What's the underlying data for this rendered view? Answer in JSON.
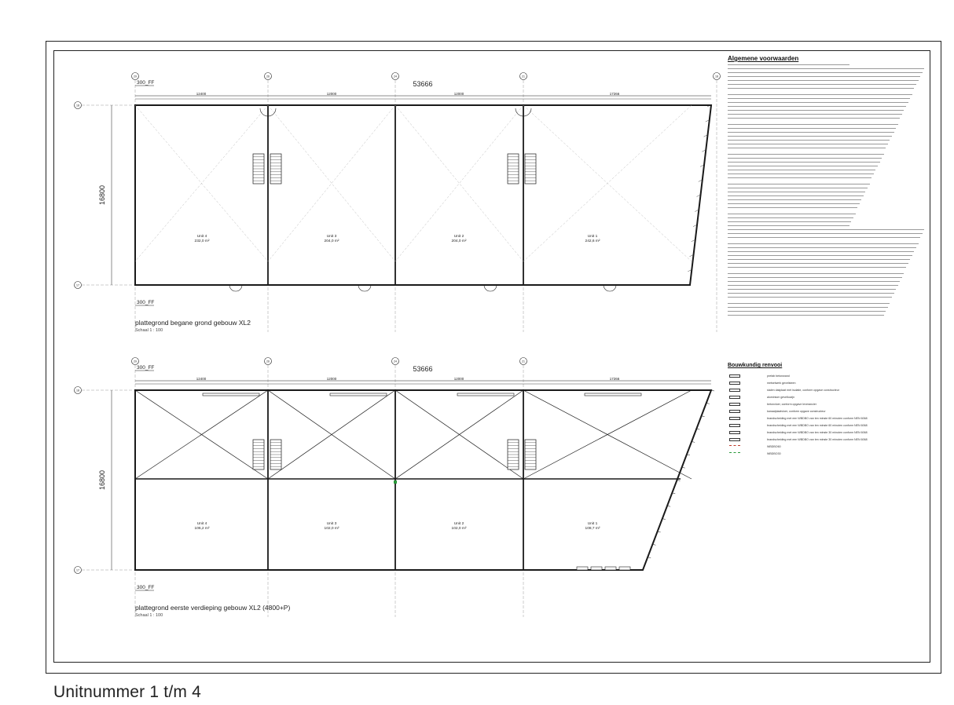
{
  "caption": "Unitnummer 1 t/m 4",
  "plans": [
    {
      "title": "plattegrond begane grond gebouw XL2",
      "scale": "Schaal 1 : 100",
      "overall_dim": "53666",
      "segment_dims": [
        "12400",
        "12000",
        "12000",
        "17266"
      ],
      "depth_dim": "16800",
      "ff_top": "300_FF",
      "ff_bottom": "300_FF",
      "units": [
        {
          "name": "Unit 4",
          "area": "232,0 m²"
        },
        {
          "name": "Unit 3",
          "area": "204,0 m²"
        },
        {
          "name": "Unit 2",
          "area": "204,0 m²"
        },
        {
          "name": "Unit 1",
          "area": "242,6 m²"
        }
      ],
      "grid_axes_top": [
        "29",
        "26",
        "24",
        "21",
        "18"
      ],
      "grid_axes_side": [
        "18",
        "17"
      ]
    },
    {
      "title": "plattegrond eerste verdieping gebouw XL2 (4800+P)",
      "scale": "Schaal 1 : 100",
      "overall_dim": "53666",
      "segment_dims": [
        "12400",
        "12000",
        "12000",
        "17266"
      ],
      "depth_dim": "16800",
      "ff_top": "300_FF",
      "ff_bottom": "300_FF",
      "units": [
        {
          "name": "Unit 4",
          "area": "106,2 m²"
        },
        {
          "name": "Unit 3",
          "area": "102,0 m²"
        },
        {
          "name": "Unit 2",
          "area": "102,0 m²"
        },
        {
          "name": "Unit 1",
          "area": "108,7 m²"
        }
      ],
      "grid_axes_top": [
        "29",
        "26",
        "24",
        "21"
      ],
      "grid_axes_side": [
        "18",
        "17"
      ]
    }
  ],
  "notes": {
    "title": "Algemene voorwaarden",
    "legend_title": "Bouwkundig renvooi"
  },
  "legend": [
    "prefab betonwand",
    "metselwerk gevelsteen",
    "stalen dakplaat met isolatie, conform opgave constructeur",
    "aluminium gevelkozijn",
    "betonvloer, conform opgave leverancier",
    "kanaalplaatvloer, conform opgave constructeur",
    "brandscheiding met een WBDBO van ten minste 60 minuten conform NEN 6068",
    "brandscheiding met een WBDBO van ten minste 60 minuten conform NEN 6068",
    "brandscheiding met een WBDBO van ten minste 30 minuten conform NEN 6068",
    "brandscheiding met een WBDBO van ten minste 30 minuten conform NEN 6068",
    "WBDBO60",
    "WBDBO30"
  ],
  "colors": {
    "line": "#1a1a1a",
    "thin": "#555555",
    "green": "#2a9a3a",
    "red": "#c0392b"
  }
}
